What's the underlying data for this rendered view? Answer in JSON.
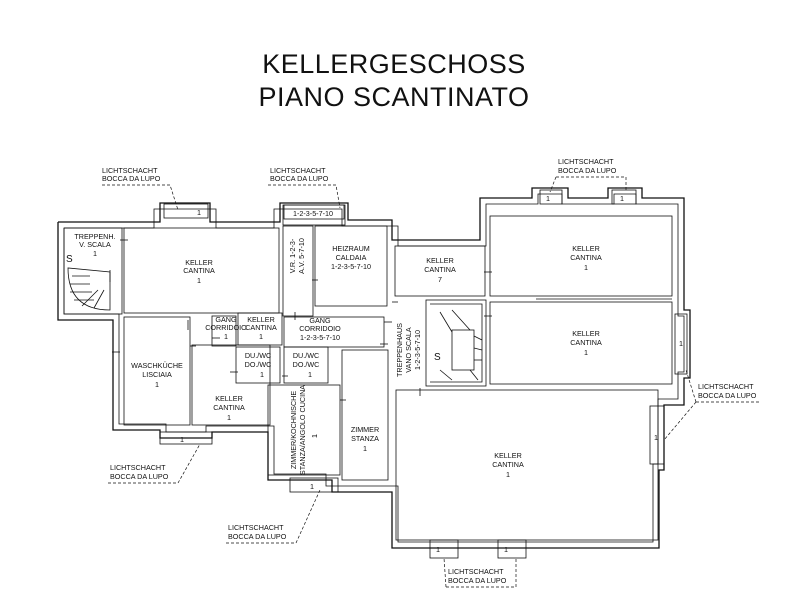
{
  "title": {
    "line1": "KELLERGESCHOSS",
    "line2": "PIANO SCANTINATO"
  },
  "light_well": {
    "de": "LICHTSCHACHT",
    "it": "BOCCA DA LUPO",
    "number": "1"
  },
  "rooms": {
    "stairs_left": {
      "de": "TREPPENH.",
      "it": "V. SCALA",
      "no": "1"
    },
    "keller_nw": {
      "de": "KELLER",
      "it": "CANTINA",
      "no": "1"
    },
    "vr_av": {
      "l1": "V.R. 1-2-3-",
      "l2": "A.V. 5-7-10"
    },
    "heizraum": {
      "de": "HEIZRAUM",
      "it": "CALDAIA",
      "no": "1-2-3-5-7-10"
    },
    "top_corr_label": "1-2-3-5-7-10",
    "keller_7": {
      "de": "KELLER",
      "it": "CANTINA",
      "no": "7"
    },
    "keller_ne": {
      "de": "KELLER",
      "it": "CANTINA",
      "no": "1"
    },
    "keller_e": {
      "de": "KELLER",
      "it": "CANTINA",
      "no": "1"
    },
    "gang_small": {
      "de": "GANG",
      "it": "CORRIDOIO",
      "no": "1"
    },
    "keller_small": {
      "de": "KELLER",
      "it": "CANTINA",
      "no": "1"
    },
    "gang_main": {
      "de": "GANG",
      "it": "CORRIDOIO",
      "no": "1-2-3-5-7-10"
    },
    "waschkueche": {
      "de": "WASCHKÜCHE",
      "it": "LISCIAIA",
      "no": "1"
    },
    "du_wc_1": {
      "de": "DU./WC",
      "it": "DO./WC",
      "no": "1"
    },
    "du_wc_2": {
      "de": "DU./WC",
      "it": "DO./WC",
      "no": "1"
    },
    "keller_sw": {
      "de": "KELLER",
      "it": "CANTINA",
      "no": "1"
    },
    "zimmer_kochnische": {
      "de": "ZIMMER/KOCHNISCHE",
      "it": "STANZA/ANGOLO CUCINA",
      "no": "1"
    },
    "zimmer": {
      "de": "ZIMMER",
      "it": "STANZA",
      "no": "1"
    },
    "stairs_center": {
      "de": "TREPPENHAUS",
      "it": "VANO SCALA",
      "no": "1-2-3-5-7-10"
    },
    "keller_se": {
      "de": "KELLER",
      "it": "CANTINA",
      "no": "1"
    },
    "stair_mark": "S"
  }
}
